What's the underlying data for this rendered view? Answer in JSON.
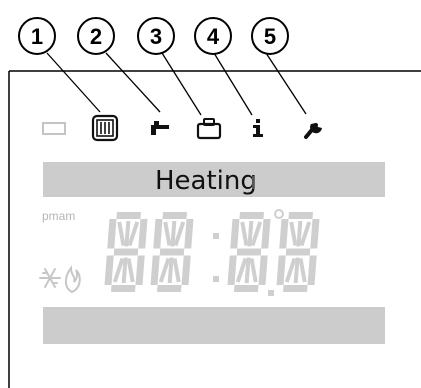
{
  "callouts": [
    {
      "number": "1",
      "points_to": "radiator-icon"
    },
    {
      "number": "2",
      "points_to": "tap-icon"
    },
    {
      "number": "3",
      "points_to": "briefcase-icon"
    },
    {
      "number": "4",
      "points_to": "info-icon"
    },
    {
      "number": "5",
      "points_to": "wrench-icon"
    }
  ],
  "display": {
    "status_bar_text": "Heating",
    "ampm_label": "pmam",
    "digits": [
      "8",
      "8",
      "8",
      "8"
    ],
    "lower_bar_text": ""
  },
  "icons": [
    "battery-icon",
    "radiator-icon",
    "tap-icon",
    "briefcase-icon",
    "info-icon",
    "wrench-icon",
    "snowflake-icon",
    "flame-icon"
  ],
  "colors": {
    "bar": "#cccccc",
    "inactive_segment": "#cfcfcf",
    "active_icon": "#111111",
    "frame": "#000000"
  }
}
